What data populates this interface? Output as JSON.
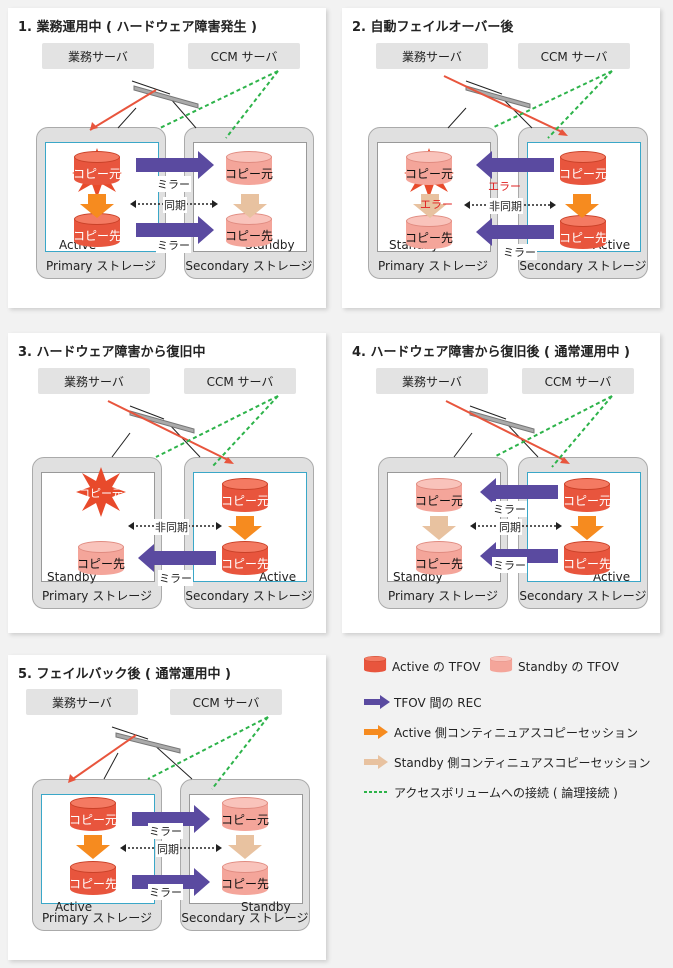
{
  "panels": [
    {
      "title": "1. 業務運用中 ( ハードウェア障害発生 )"
    },
    {
      "title": "2. 自動フェイルオーバー後"
    },
    {
      "title": "3. ハードウェア障害から復旧中"
    },
    {
      "title": "4. ハードウェア障害から復旧後 ( 通常運用中 )"
    },
    {
      "title": "5. フェイルバック後 ( 通常運用中 )"
    }
  ],
  "labels": {
    "business_server": "業務サーバ",
    "ccm_server": "CCM サーバ",
    "primary": "Primary ストレージ",
    "secondary": "Secondary ストレージ",
    "source": "コピー元",
    "dest": "コピー先",
    "active": "Active",
    "standby": "Standby",
    "mirror": "ミラー",
    "sync": "同期",
    "async": "非同期",
    "error": "エラー"
  },
  "legend": {
    "active_tfov": "Active の TFOV",
    "standby_tfov": "Standby の TFOV",
    "rec": "TFOV 間の REC",
    "active_session": "Active 側コンティニュアスコピーセッション",
    "standby_session": "Standby 側コンティニュアスコピーセッション",
    "access_volume": "アクセスボリュームへの接続 ( 論理接続 )"
  },
  "colors": {
    "active": "#e8553d",
    "standby": "#f4a59a",
    "rec": "#5a4aa0",
    "active_session": "#f68b1f",
    "standby_session": "#e8c2a0",
    "logical": "#2db34a",
    "path": "#e8553d"
  }
}
